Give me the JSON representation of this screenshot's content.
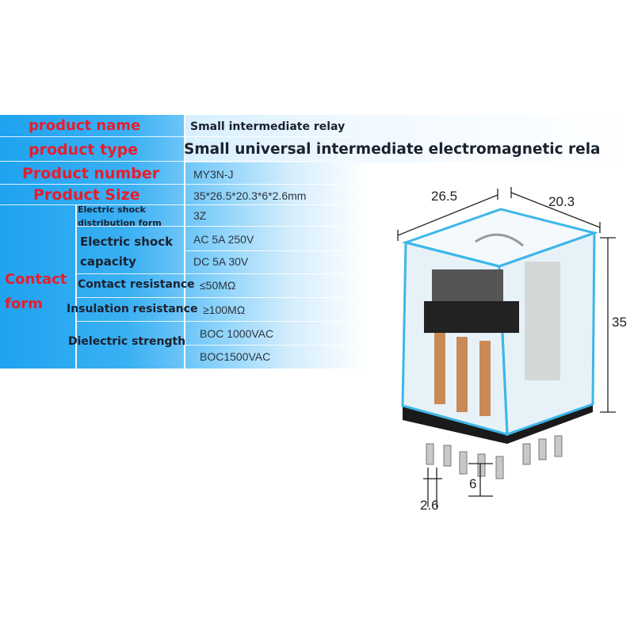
{
  "table": {
    "product_name_label": "product name",
    "product_name_value": "Small intermediate relay",
    "product_type_label": "product type",
    "product_type_value": "Small universal intermediate electromagnetic rela",
    "product_number_label": "Product number",
    "product_number_value": "MY3N-J",
    "product_size_label": "Product Size",
    "product_size_value": "35*26.5*20.3*6*2.6mm",
    "contact_form_label_line1": "Contact",
    "contact_form_label_line2": "form",
    "distribution_label_line1": "Electric shock",
    "distribution_label_line2": "distribution form",
    "distribution_value": "3Z",
    "capacity_label_line1": "Electric shock",
    "capacity_label_line2": "capacity",
    "capacity_value_ac": "AC 5A 250V",
    "capacity_value_dc": "DC 5A 30V",
    "contact_resistance_label": "Contact resistance",
    "contact_resistance_value": "≤50MΩ",
    "insulation_resistance_label": "Insulation resistance",
    "insulation_resistance_value": "≥100MΩ",
    "dielectric_label": "Dielectric strength",
    "dielectric_value_1": "BOC 1000VAC",
    "dielectric_value_2": "BOC1500VAC"
  },
  "diagram": {
    "width_label": "26.5",
    "depth_label": "20.3",
    "height_label": "35",
    "pin_spacing_label": "2.6",
    "pin_length_label": "6"
  }
}
